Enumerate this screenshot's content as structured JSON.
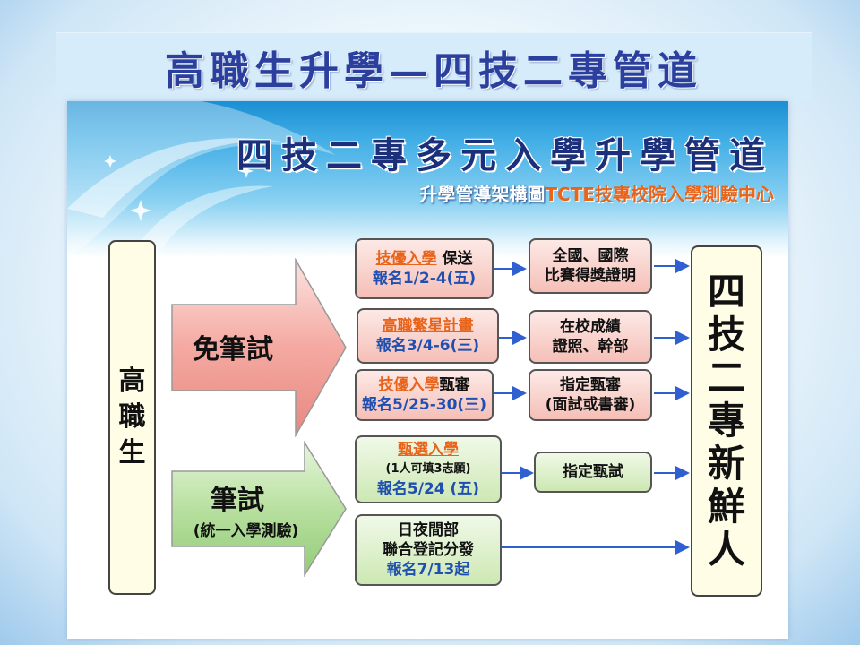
{
  "slide_title": "高職生升學—四技二專管道",
  "banner": {
    "title": "四技二專多元入學升學管道",
    "subtitle_prefix": "升學管導架構圖",
    "subtitle_org": "TCTE技專校院入學測驗中心"
  },
  "source": {
    "label": "高職生"
  },
  "target": {
    "label": "四技二專新鮮人"
  },
  "groups": {
    "no_exam": {
      "label": "免筆試",
      "color": "#f2a9a2"
    },
    "exam": {
      "label": "筆試",
      "sublabel": "(統一入學測驗)",
      "color": "#b9e0a0"
    }
  },
  "routes": [
    {
      "name_highlight": "技優入學",
      "name_rest": "保送",
      "date": "報名1/2-4(五)",
      "criteria_line1": "全國、國際",
      "criteria_line2": "比賽得獎證明"
    },
    {
      "name_highlight": "高職繁星計畫",
      "name_rest": "",
      "date": "報名3/4-6(三)",
      "criteria_line1": "在校成績",
      "criteria_line2": "證照、幹部"
    },
    {
      "name_highlight": "技優入學",
      "name_rest": "甄審",
      "date": "報名5/25-30(三)",
      "criteria_line1": "指定甄審",
      "criteria_line2": "(面試或書審)"
    },
    {
      "name_highlight": "甄選入學",
      "note": "(1人可填3志願)",
      "date": "報名5/24 (五)",
      "criteria_line1": "指定甄試"
    },
    {
      "name_line1": "日夜間部",
      "name_line2": "聯合登記分發",
      "date": "報名7/13起"
    }
  ]
}
